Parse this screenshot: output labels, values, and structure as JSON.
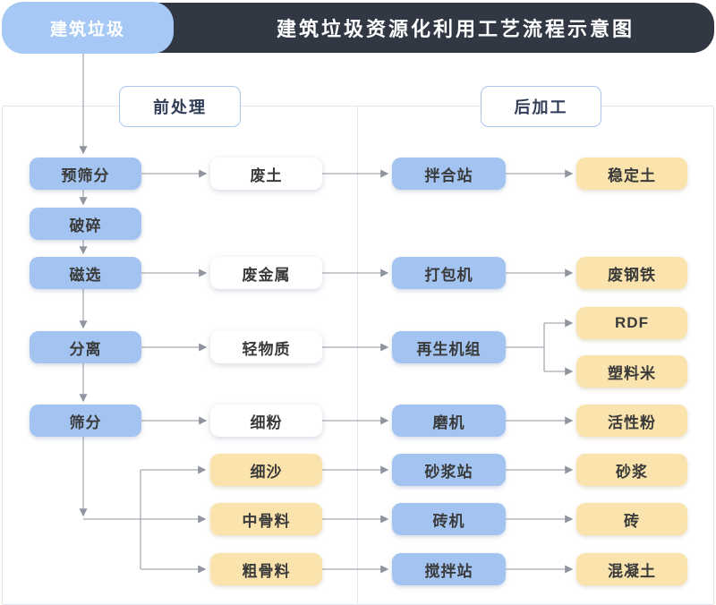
{
  "header": {
    "tab_label": "建筑垃圾",
    "title": "建筑垃圾资源化利用工艺流程示意图"
  },
  "sections": {
    "pre": "前处理",
    "post": "后加工"
  },
  "nodes": {
    "pre_screen": "预筛分",
    "crush": "破碎",
    "magnetic": "磁选",
    "separate": "分离",
    "screen": "筛分",
    "waste_soil": "废土",
    "waste_metal": "废金属",
    "light_material": "轻物质",
    "fine_powder": "细粉",
    "fine_sand": "细沙",
    "medium_aggregate": "中骨料",
    "coarse_aggregate": "粗骨料",
    "mixing_plant": "拌合站",
    "baler": "打包机",
    "regen_unit": "再生机组",
    "mill": "磨机",
    "mortar_plant": "砂浆站",
    "brick_machine": "砖机",
    "stirring_plant": "搅拌站",
    "stabilized_soil": "稳定土",
    "scrap_steel": "废钢铁",
    "rdf": "RDF",
    "plastic_pellets": "塑料米",
    "active_powder": "活性粉",
    "mortar": "砂浆",
    "brick": "砖",
    "concrete": "混凝土"
  },
  "colors": {
    "header_bg": "#313844",
    "tab_bg": "#a6c8f4",
    "blue_node": "#a3c4f0",
    "yellow_node": "#fae3ac",
    "white_node": "#ffffff",
    "section_border": "#a9c6ec",
    "section_text": "#2f3d57",
    "panel_border": "#e2e5f0",
    "connector": "#a6aab2",
    "node_text": "#3a3a3a",
    "title_text": "#ffffff"
  }
}
